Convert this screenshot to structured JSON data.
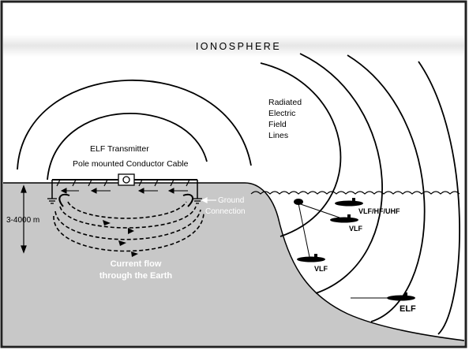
{
  "labels": {
    "ionosphere": "IONOSPHERE",
    "radiated_1": "Radiated",
    "radiated_2": "Electric",
    "radiated_3": "Field",
    "radiated_4": "Lines",
    "elf_transmitter": "ELF Transmitter",
    "pole_cable": "Pole mounted Conductor Cable",
    "ground_1": "Ground",
    "ground_2": "Connection",
    "depth": "3-4000 m",
    "current_1": "Current flow",
    "current_2": "through the Earth",
    "sub_vlf_hf_uhf": "VLF/HF/UHF",
    "sub_vlf_mid": "VLF",
    "sub_vlf_deep": "VLF",
    "sub_elf": "ELF"
  },
  "colors": {
    "land": "#c8c8c8",
    "sea": "#ffffff",
    "ink": "#000000",
    "frame": "#333333"
  }
}
